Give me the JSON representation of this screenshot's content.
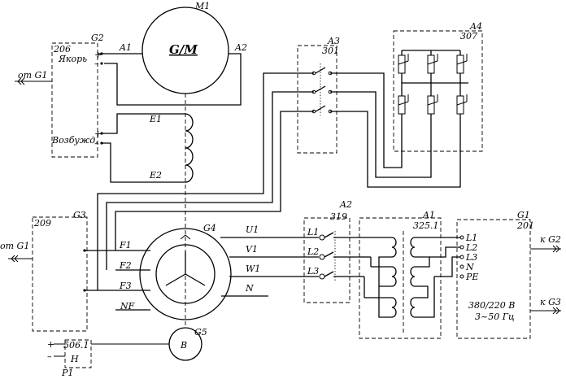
{
  "blocks": {
    "M1": {
      "label": "M1",
      "motor": "G/M",
      "a1": "A1",
      "a2": "A2"
    },
    "G2": {
      "label": "G2",
      "code": "206",
      "armature": "Якорь",
      "excitation": "Возбужд.",
      "from": "от G1"
    },
    "A3": {
      "label": "A3",
      "code": "301"
    },
    "A4": {
      "label": "A4",
      "code": "307"
    },
    "E": {
      "e1": "E1",
      "e2": "E2"
    },
    "G3": {
      "label": "G3",
      "code": "209",
      "from": "от G1"
    },
    "G4": {
      "label": "G4",
      "f1": "F1",
      "f2": "F2",
      "f3": "F3",
      "nf": "NF",
      "u1": "U1",
      "v1": "V1",
      "w1": "W1",
      "n": "N"
    },
    "G5": {
      "label": "G5",
      "b": "B"
    },
    "A2": {
      "label": "A2",
      "code": "319",
      "l1": "L1",
      "l2": "L2",
      "l3": "L3"
    },
    "A1": {
      "label": "A1",
      "code": "325.1"
    },
    "G1": {
      "label": "G1",
      "code": "201",
      "l1": "L1",
      "l2": "L2",
      "l3": "L3",
      "n": "N",
      "pe": "PE",
      "voltage": "380/220 В",
      "freq": "3~50 Гц",
      "to_g2": "к G2",
      "to_g3": "к G3"
    },
    "P1": {
      "label": "P1",
      "code": "506.1",
      "sign": "Н"
    }
  },
  "polarity": {
    "plus": "+",
    "minus": "–"
  }
}
